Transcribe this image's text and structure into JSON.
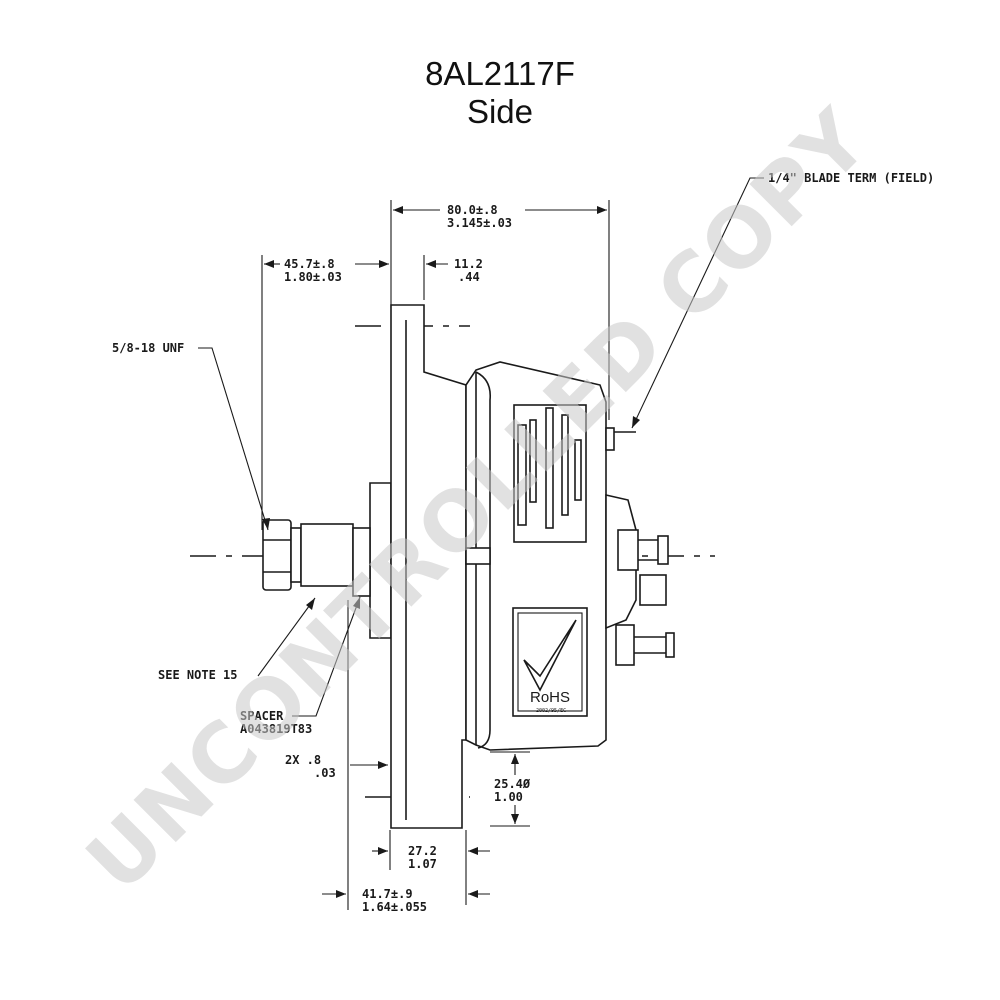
{
  "header": {
    "part_number": "8AL2117F",
    "view": "Side"
  },
  "dimensions": {
    "overall_width": {
      "metric": "80.0±.8",
      "imperial": "3.145±.03"
    },
    "nut_to_flange": {
      "metric": "45.7±.8",
      "imperial": "1.80±.03"
    },
    "flange_thickness": {
      "metric": "11.2",
      "imperial": ".44"
    },
    "flange_offset": {
      "metric": "2X .8",
      "imperial": ".03"
    },
    "foot_height": {
      "metric": "25.4Ø",
      "imperial": "1.00"
    },
    "housing_depth": {
      "metric": "27.2",
      "imperial": "1.07"
    },
    "spacer_to_rear": {
      "metric": "41.7±.9",
      "imperial": "1.64±.055"
    }
  },
  "callouts": {
    "thread": "5/8-18 UNF",
    "blade_terminal": "1/4\" BLADE TERM (FIELD)",
    "note": "SEE NOTE 15",
    "spacer_label": "SPACER",
    "spacer_part": "A043819T83"
  },
  "labels": {
    "rohs": "RoHS",
    "rohs_sub": "2002/95/EC"
  },
  "watermark": {
    "text": "UNCONTROLLED COPY",
    "color": "#c8c8c8"
  }
}
